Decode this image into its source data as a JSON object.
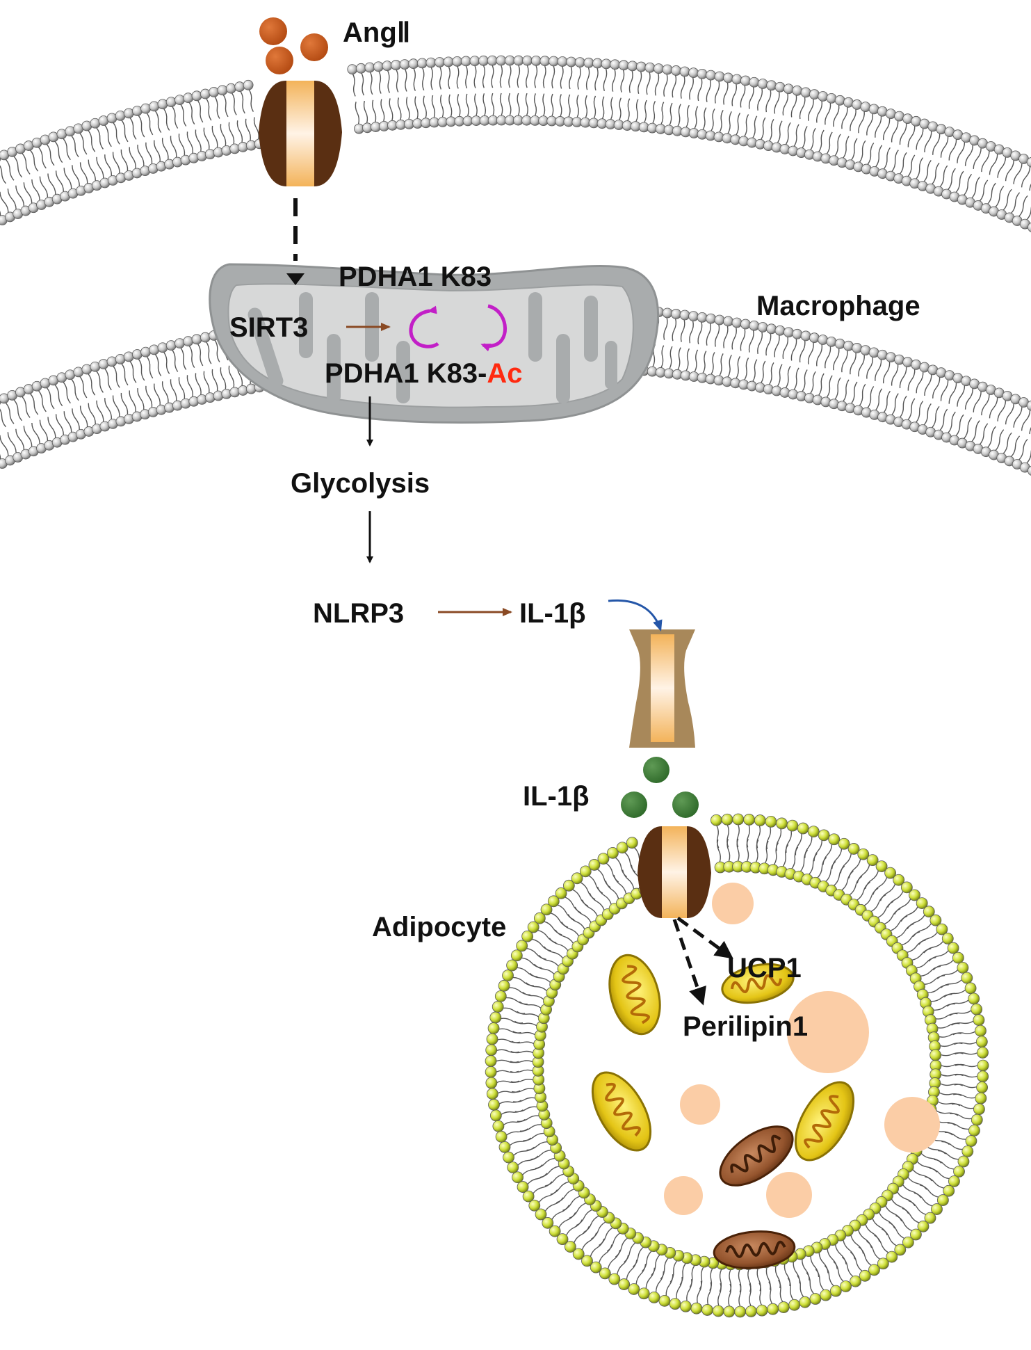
{
  "labels": {
    "ang": "AngⅡ",
    "macrophage": "Macrophage",
    "pdha1_k83": "PDHA1 K83",
    "sirt3": "SIRT3",
    "pdha1_k83_ac_prefix": "PDHA1 K83-",
    "pdha1_k83_ac_suffix": "Ac",
    "glycolysis": "Glycolysis",
    "nlrp3": "NLRP3",
    "il1b_inner": "IL-1β",
    "il1b_outer": "IL-1β",
    "adipocyte": "Adipocyte",
    "ucp1": "UCP1",
    "perilipin1": "Perilipin1"
  },
  "colors": {
    "ang_ligand": "#c8581c",
    "il1b_ligand": "#3f7a3a",
    "ac_text": "#ff2a10",
    "enzyme_cycle": "#c21fc7",
    "activation_arrow": "#8a4a24",
    "secretion_arrow": "#2456a8",
    "lipid_head_macrophage": "#cfcfcf",
    "lipid_head_adipocyte": "#cfe03a",
    "mitochondrion_gray": "#a9acad",
    "lipid_droplet": "#fbcda6"
  }
}
